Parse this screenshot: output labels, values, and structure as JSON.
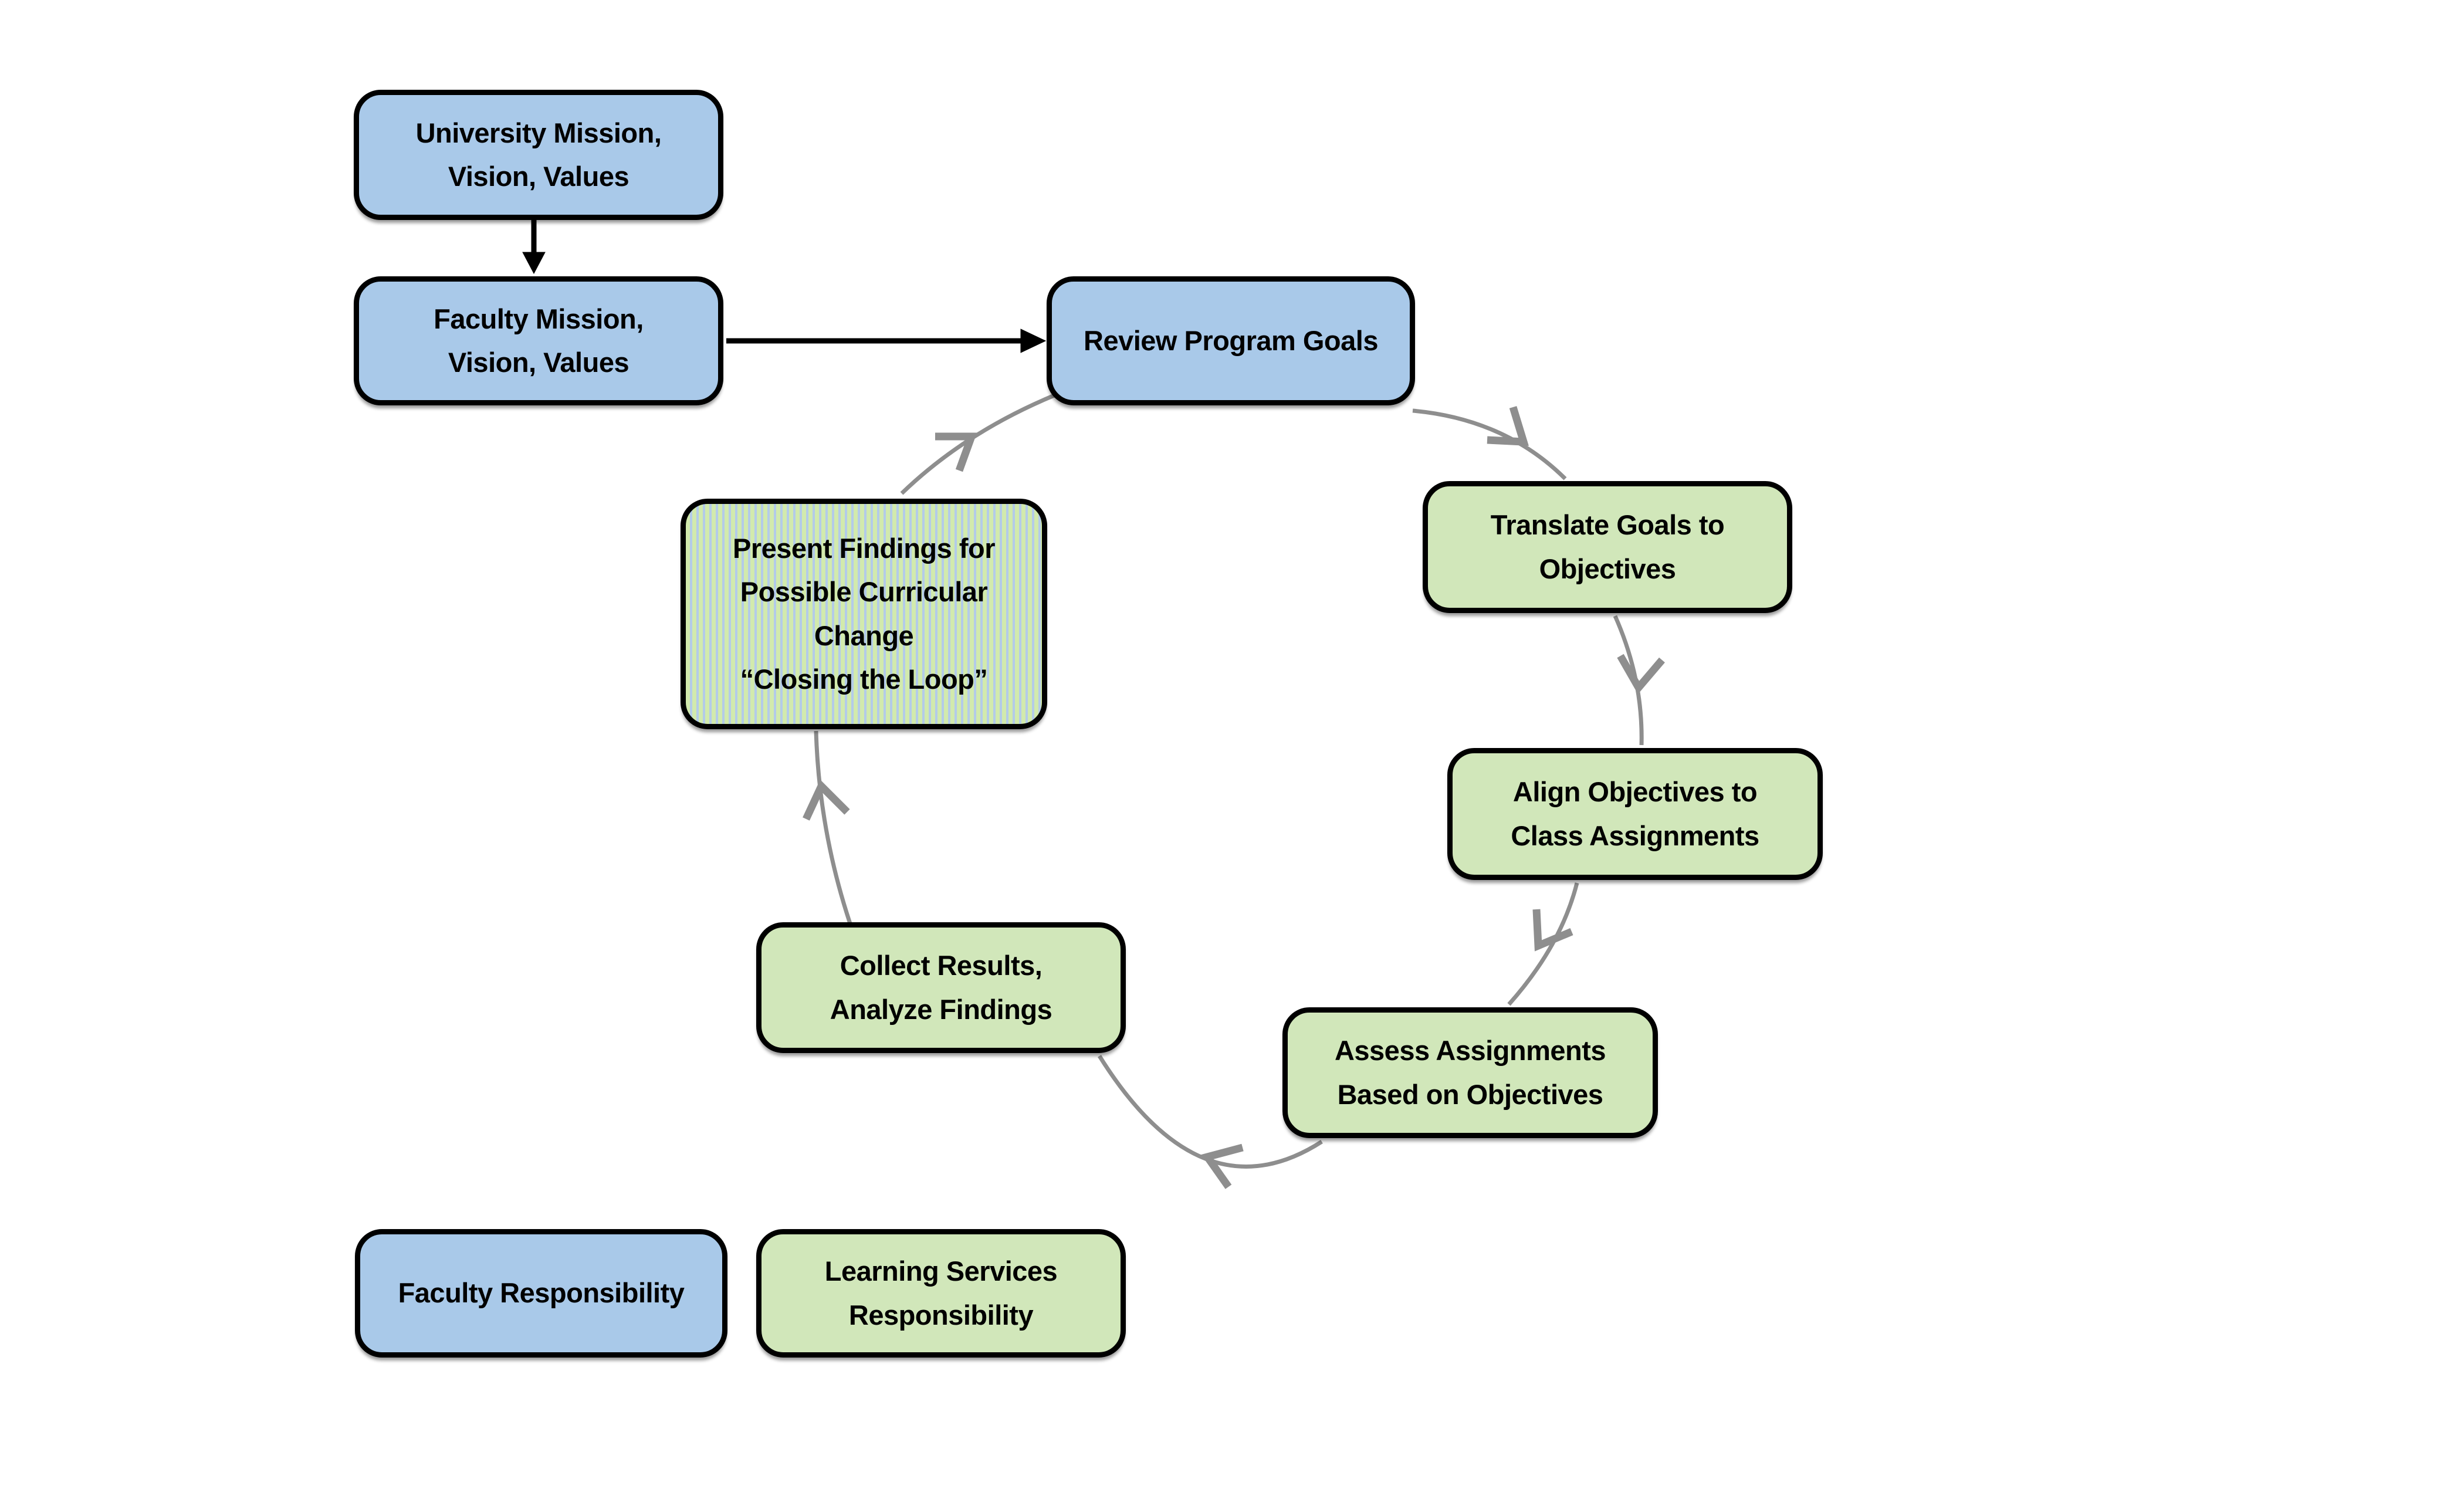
{
  "diagram": {
    "nodes": {
      "university_mission": {
        "label": "University Mission,\nVision, Values",
        "responsibility": "Faculty"
      },
      "faculty_mission": {
        "label": "Faculty Mission,\nVision, Values",
        "responsibility": "Faculty"
      },
      "review_program_goals": {
        "label": "Review Program Goals",
        "responsibility": "Faculty"
      },
      "translate_goals": {
        "label": "Translate Goals to\nObjectives",
        "responsibility": "Learning Services"
      },
      "align_objectives": {
        "label": "Align Objectives to\nClass Assignments",
        "responsibility": "Learning Services"
      },
      "assess_assignments": {
        "label": "Assess Assignments\nBased on Objectives",
        "responsibility": "Learning Services"
      },
      "collect_results": {
        "label": "Collect Results,\nAnalyze Findings",
        "responsibility": "Learning Services"
      },
      "present_findings": {
        "label": "Present Findings for\nPossible Curricular\nChange\n“Closing the Loop”",
        "responsibility": "Shared"
      }
    },
    "legend": {
      "faculty": {
        "label": "Faculty Responsibility"
      },
      "learning_services": {
        "label": "Learning Services\nResponsibility"
      }
    },
    "colors": {
      "faculty_fill": "#a9c9e9",
      "learning_services_fill": "#d1e7ba",
      "shared_stripe_green": "#d2eaad",
      "shared_stripe_blue": "#b3cbe9",
      "node_border": "#000000",
      "cycle_arrow": "#8e8e8e",
      "flow_arrow": "#000000"
    }
  }
}
